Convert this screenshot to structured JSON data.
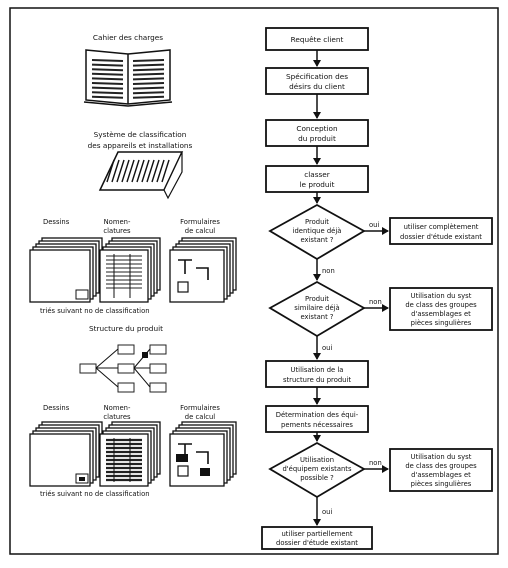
{
  "left": {
    "cahier_title": "Cahier des charges",
    "systeme_title": [
      "Système de classification",
      "des appareils et installations"
    ],
    "docs_top": {
      "dessins": "Dessins",
      "nomenclatures": [
        "Nomen-",
        "clatures"
      ],
      "formulaires": [
        "Formulaires",
        "de calcul"
      ],
      "caption": "triés suivant no de classification"
    },
    "structure_title": "Structure du produit",
    "docs_bottom": {
      "dessins": "Dessins",
      "nomenclatures": [
        "Nomen-",
        "clatures"
      ],
      "formulaires": [
        "Formulaires",
        "de calcul"
      ],
      "caption": "triés suivant no de classification"
    }
  },
  "flow": {
    "requete": "Requête client",
    "specification": [
      "Spécification des",
      "désirs du client"
    ],
    "conception": [
      "Conception",
      "du produit"
    ],
    "classer": [
      "classer",
      "le produit"
    ],
    "decision1": [
      "Produit",
      "identique déjà",
      "existant ?"
    ],
    "oui1": "oui",
    "result1": [
      "utiliser complètement",
      "dossier d'étude existant"
    ],
    "non1": "non",
    "decision2": [
      "Produit",
      "similaire déjà",
      "existant ?"
    ],
    "non2": "non",
    "result2": [
      "Utilisation du syst",
      "de class des groupes",
      "d'assemblages et",
      "pièces singulières"
    ],
    "oui2": "oui",
    "utilisation_structure": [
      "Utilisation de la",
      "structure du produit"
    ],
    "determination": [
      "Détermination des équi-",
      "pements nécessaires"
    ],
    "decision3": [
      "Utilisation",
      "d'équipem existants",
      "possible ?"
    ],
    "non3": "non",
    "result3": [
      "Utilisation du syst",
      "de class des groupes",
      "d'assemblages et",
      "pièces singulières"
    ],
    "oui3": "oui",
    "final": [
      "utiliser partiellement",
      "dossier d'étude existant"
    ]
  }
}
